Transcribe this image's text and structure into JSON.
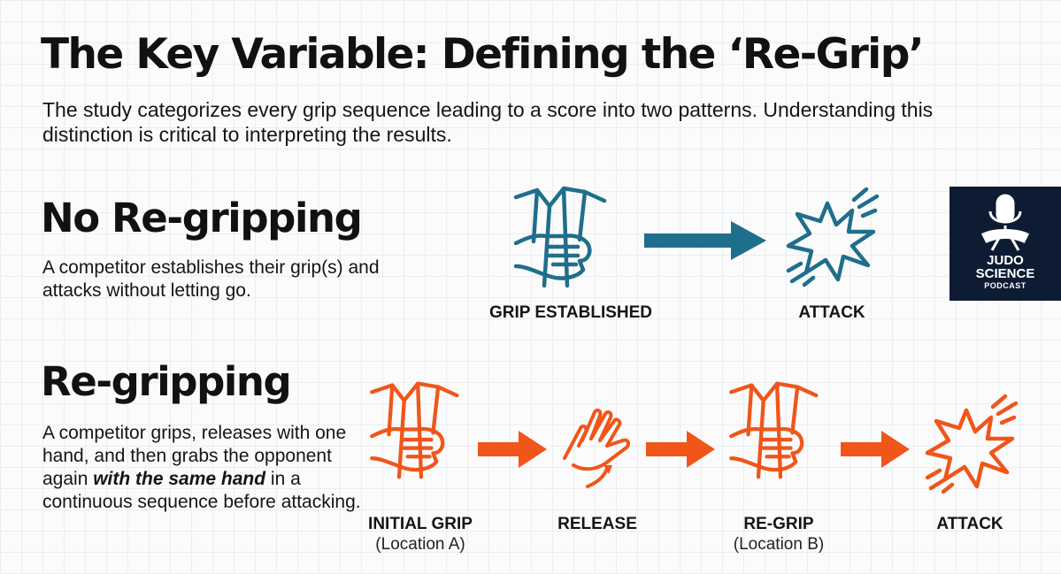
{
  "title": "The Key Variable: Defining the ‘Re-Grip’",
  "subtitle": "The study categorizes every grip sequence leading to a score into two patterns. Understanding this distinction is critical to interpreting the results.",
  "colors": {
    "blue": "#1f6e8c",
    "orange": "#f0561a",
    "logo_bg": "#0d1b33"
  },
  "no_regripping": {
    "heading": "No Re-gripping",
    "description": "A competitor establishes their grip(s) and attacks without letting go.",
    "steps": [
      {
        "icon": "hand-grip-icon",
        "label": "GRIP ESTABLISHED"
      },
      {
        "icon": "burst-icon",
        "label": "ATTACK"
      }
    ]
  },
  "regripping": {
    "heading": "Re-gripping",
    "description_before": "A competitor grips, releases with one hand, and then grabs the opponent again ",
    "description_emphasis": "with the same hand",
    "description_after": " in a continuous sequence before attacking.",
    "steps": [
      {
        "icon": "hand-grip-icon",
        "label": "INITIAL GRIP",
        "sublabel": "(Location A)"
      },
      {
        "icon": "open-hand-icon",
        "label": "RELEASE"
      },
      {
        "icon": "hand-grip-icon",
        "label": "RE-GRIP",
        "sublabel": "(Location B)"
      },
      {
        "icon": "burst-icon",
        "label": "ATTACK"
      }
    ]
  },
  "logo": {
    "line1": "JUDO",
    "line2": "SCIENCE",
    "line3": "PODCAST"
  }
}
